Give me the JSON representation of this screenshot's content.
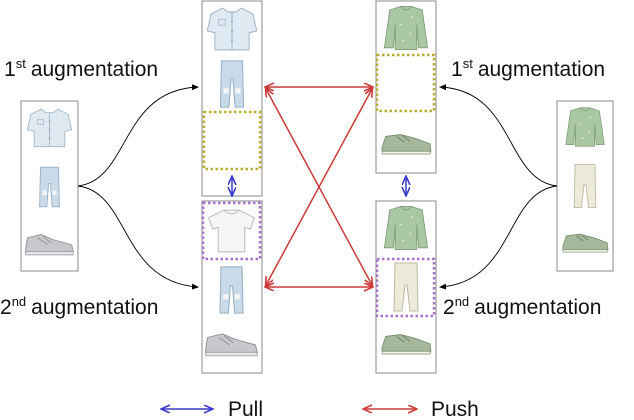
{
  "labels": {
    "aug1_left": {
      "num": "1",
      "sup": "st",
      "text": "augmentation"
    },
    "aug2_left": {
      "num": "2",
      "sup": "nd",
      "text": "augmentation"
    },
    "aug1_right": {
      "num": "1",
      "sup": "st",
      "text": "augmentation"
    },
    "aug2_right": {
      "num": "2",
      "sup": "nd",
      "text": "augmentation"
    }
  },
  "legend": {
    "pull": "Pull",
    "push": "Push"
  },
  "colors": {
    "pull": "#3a3acc",
    "push": "#cc3a3a",
    "mask_yellow": "#b8b030",
    "mask_purple": "#a870c8",
    "frame": "#888888",
    "shirt_blue": "#dfe9f2",
    "jeans": "#c9dbe8",
    "sneaker_gray": "#c8c8cc",
    "cardigan": "#a9c7a2",
    "trousers": "#ecead8",
    "shoe_green": "#a5b89b",
    "tshirt_white": "#f6f6f6"
  },
  "icons": {
    "shirt": "button-shirt-icon",
    "jeans": "jeans-icon",
    "sneaker": "sneaker-icon",
    "tshirt": "tshirt-icon",
    "cardigan": "cardigan-icon",
    "trousers": "trousers-icon",
    "shoe": "loafer-icon"
  }
}
